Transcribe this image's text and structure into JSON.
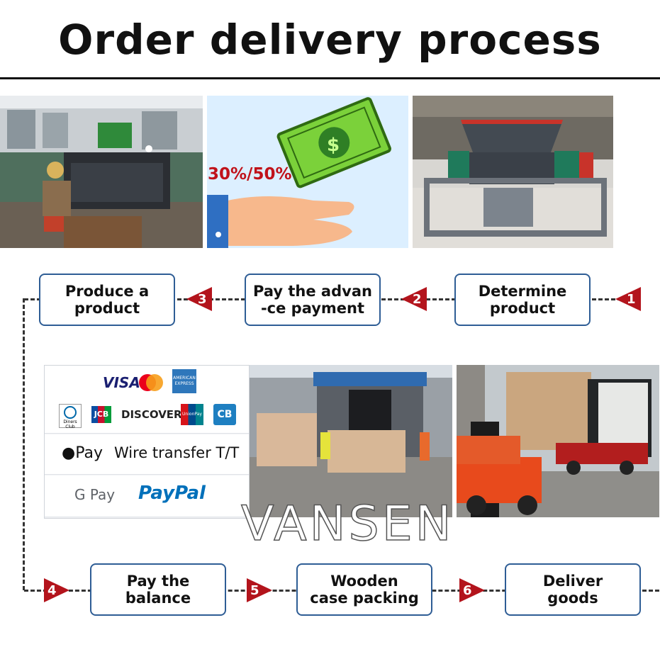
{
  "header": {
    "title": "Order delivery process"
  },
  "steps": [
    {
      "num": "1",
      "label": "Determine\nproduct"
    },
    {
      "num": "2",
      "label": "Pay the advan\n-ce payment"
    },
    {
      "num": "3",
      "label": "Produce  a\nproduct"
    },
    {
      "num": "4",
      "label": "Pay the\nbalance"
    },
    {
      "num": "5",
      "label": "Wooden\ncase packing"
    },
    {
      "num": "6",
      "label": "Deliver\ngoods"
    }
  ],
  "photos": {
    "advance_percent": "30%/50%"
  },
  "payments": {
    "visa": "VISA",
    "amex": "AMERICAN EXPRESS",
    "diners": "Diners Club",
    "jcb": "JCB",
    "discover": "DISCOVER",
    "unionpay": "UnionPay",
    "cb": "CB",
    "apple_pay": "Pay",
    "wire": "Wire transfer T/T",
    "google_pay": "G Pay",
    "paypal": "PayPal"
  },
  "watermark": "VANSEN",
  "colors": {
    "badge_red": "#b3141c",
    "box_border": "#2e5d95"
  }
}
